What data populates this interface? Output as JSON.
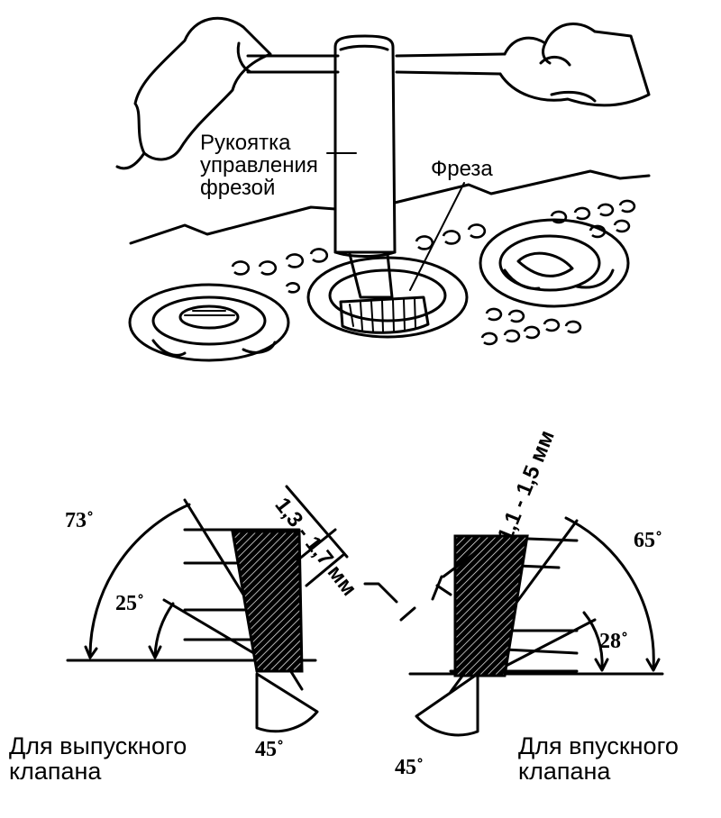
{
  "top_figure": {
    "handle_label": "Рукоятка\nуправления\nфрезой",
    "cutter_label": "Фреза"
  },
  "bottom_figure": {
    "exhaust": {
      "caption": "Для выпускного\nклапана",
      "angle_outer": "73˚",
      "angle_inner": "25˚",
      "angle_seat": "45˚",
      "width": "1,3 - 1,7 мм"
    },
    "intake": {
      "caption": "Для впускного\nклапана",
      "angle_outer": "65˚",
      "angle_inner": "28˚",
      "angle_seat": "45˚",
      "width": "1,1 - 1,5 мм"
    }
  }
}
